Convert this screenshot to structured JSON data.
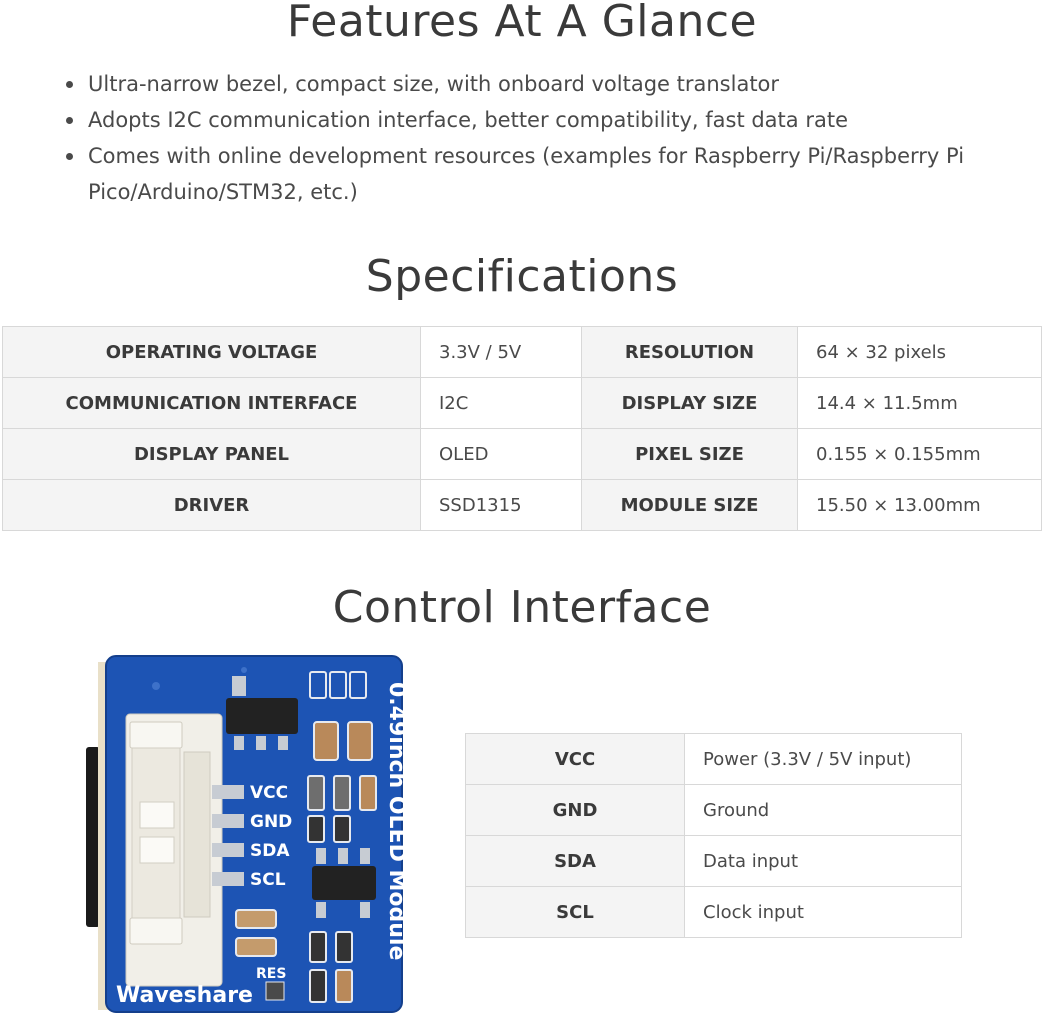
{
  "features": {
    "title": "Features At A Glance",
    "items": [
      "Ultra-narrow bezel, compact size, with onboard voltage translator",
      "Adopts I2C communication interface, better compatibility, fast data rate",
      "Comes with online development resources (examples for Raspberry Pi/Raspberry Pi Pico/Arduino/STM32, etc.)"
    ]
  },
  "specifications": {
    "title": "Specifications",
    "rows": [
      {
        "k1": "OPERATING VOLTAGE",
        "v1": "3.3V / 5V",
        "k2": "RESOLUTION",
        "v2": "64 × 32 pixels"
      },
      {
        "k1": "COMMUNICATION INTERFACE",
        "v1": "I2C",
        "k2": "DISPLAY SIZE",
        "v2": "14.4 × 11.5mm"
      },
      {
        "k1": "DISPLAY PANEL",
        "v1": "OLED",
        "k2": "PIXEL SIZE",
        "v2": "0.155 × 0.155mm"
      },
      {
        "k1": "DRIVER",
        "v1": "SSD1315",
        "k2": "MODULE SIZE",
        "v2": "15.50 × 13.00mm"
      }
    ]
  },
  "control": {
    "title": "Control Interface",
    "pins": [
      {
        "name": "VCC",
        "desc": "Power (3.3V / 5V input)"
      },
      {
        "name": "GND",
        "desc": "Ground"
      },
      {
        "name": "SDA",
        "desc": "Data input"
      },
      {
        "name": "SCL",
        "desc": "Clock input"
      }
    ]
  },
  "board": {
    "silkscreen_pins": [
      "VCC",
      "GND",
      "SDA",
      "SCL"
    ],
    "side_label": "0.49inch OLED Module",
    "brand": "Waveshare",
    "res_label": "RES",
    "pcb_color": "#1d54b4"
  }
}
